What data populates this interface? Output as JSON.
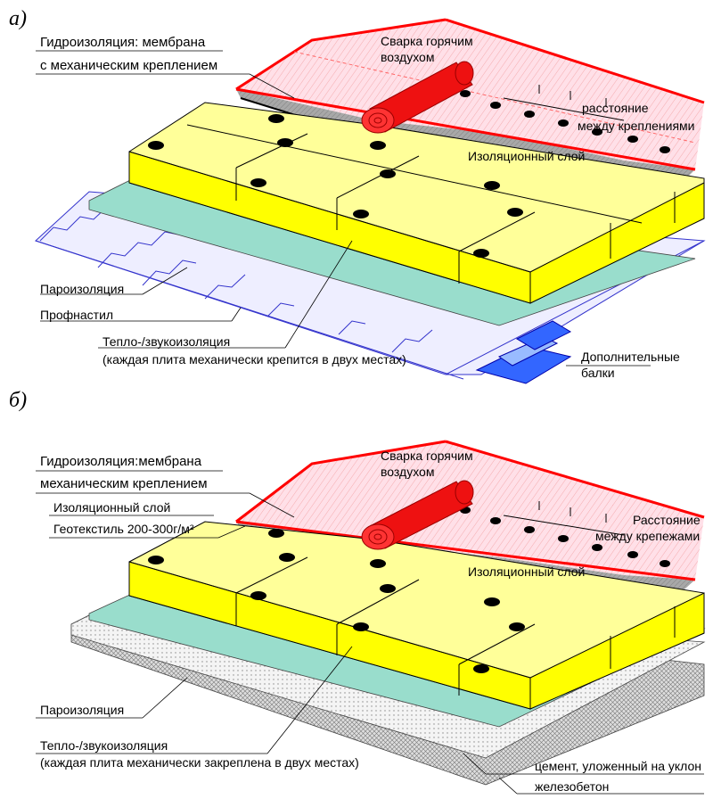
{
  "panels": {
    "a": {
      "marker": "а)",
      "membrane_label_1": "Гидроизоляция: мембрана",
      "membrane_label_2": "с механическим креплением",
      "welding_label_1": "Сварка горячим",
      "welding_label_2": "воздухом",
      "distance_label_1": "расстояние",
      "distance_label_2": "между креплениями",
      "insulation_layer": "Изоляционный слой",
      "vapor_barrier": "Пароизоляция",
      "profiled_sheet": "Профнастил",
      "thermal_insulation": "Тепло-/звукоизоляция",
      "thermal_note": "(каждая плита механически крепится в двух местах)",
      "beams_label_1": "Дополнитель­ные",
      "beams_label_2": "балки"
    },
    "b": {
      "marker": "б)",
      "membrane_label_1": "Гидроизоляция:мембрана",
      "membrane_label_2": "механическим креплением",
      "insulation_layer_1": "Изоляционный слой",
      "geotextile": "Геотекстиль 200-300г/м²",
      "welding_label_1": "Сварка горячим",
      "welding_label_2": "воздухом",
      "distance_label_1": "Расстояние",
      "distance_label_2": "между крепежами",
      "insulation_layer_2": "Изоляционный слой",
      "vapor_barrier": "Пароизоляция",
      "thermal_insulation": "Тепло-/звукоизоляция",
      "thermal_note": "(каждая плита механически закреплена в двух местах)",
      "cement": "цемент, уложенный на уклон",
      "concrete": "железобетон"
    }
  },
  "colors": {
    "board": "#ffff99",
    "board_side": "#ffff00",
    "vapor": "#99ddcc",
    "membrane": "#ffe0e8",
    "membrane_edge": "#ff0000",
    "insulation_grey": "#999999",
    "roll": "#ee1111",
    "beam": "#3366ff",
    "deck": "#eeeeff"
  }
}
